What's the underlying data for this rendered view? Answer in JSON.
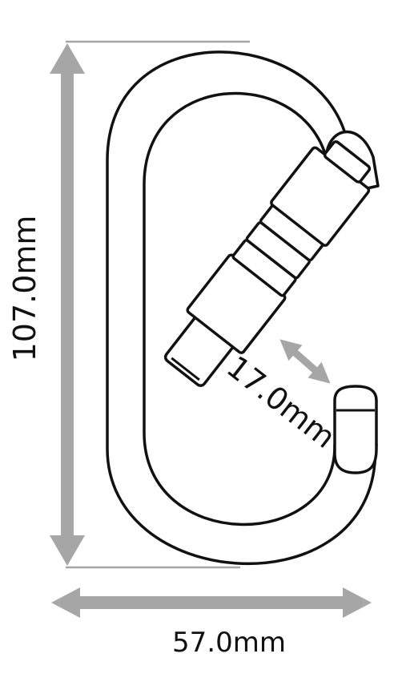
{
  "dimensions": {
    "height_label": "107.0mm",
    "width_label": "57.0mm",
    "gate_opening_label": "17.0mm"
  },
  "colors": {
    "outline": "#111111",
    "dimension_arrow": "#a6a6a6",
    "background": "#ffffff"
  }
}
